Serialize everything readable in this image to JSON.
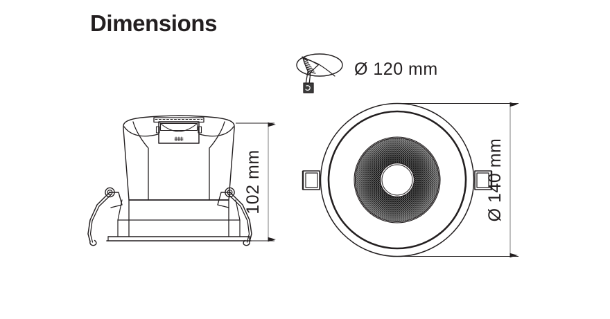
{
  "page": {
    "title": "Dimensions",
    "background_color": "#ffffff",
    "line_color": "#231f20",
    "text_color": "#231f20"
  },
  "drawing": {
    "type": "technical-dimension-drawing",
    "subject": "recessed-led-downlight",
    "views": [
      {
        "name": "side-section-view",
        "description": "cross-section side elevation of downlight with spring clips"
      },
      {
        "name": "front-plan-view",
        "description": "circular front face with concentric trim rings and faceted reflector"
      },
      {
        "name": "perspective-detail-icon",
        "description": "small perspective sketch of ceiling cutout with spring clip"
      }
    ]
  },
  "dimensions": {
    "cutout_diameter": {
      "label": "Ø 120 mm",
      "value": 120,
      "unit": "mm",
      "symbol": "Ø",
      "orientation": "horizontal"
    },
    "height": {
      "label": "102 mm",
      "value": 102,
      "unit": "mm",
      "symbol": "",
      "orientation": "vertical"
    },
    "outer_diameter": {
      "label": "Ø 140 mm",
      "value": 140,
      "unit": "mm",
      "symbol": "Ø",
      "orientation": "vertical"
    }
  }
}
